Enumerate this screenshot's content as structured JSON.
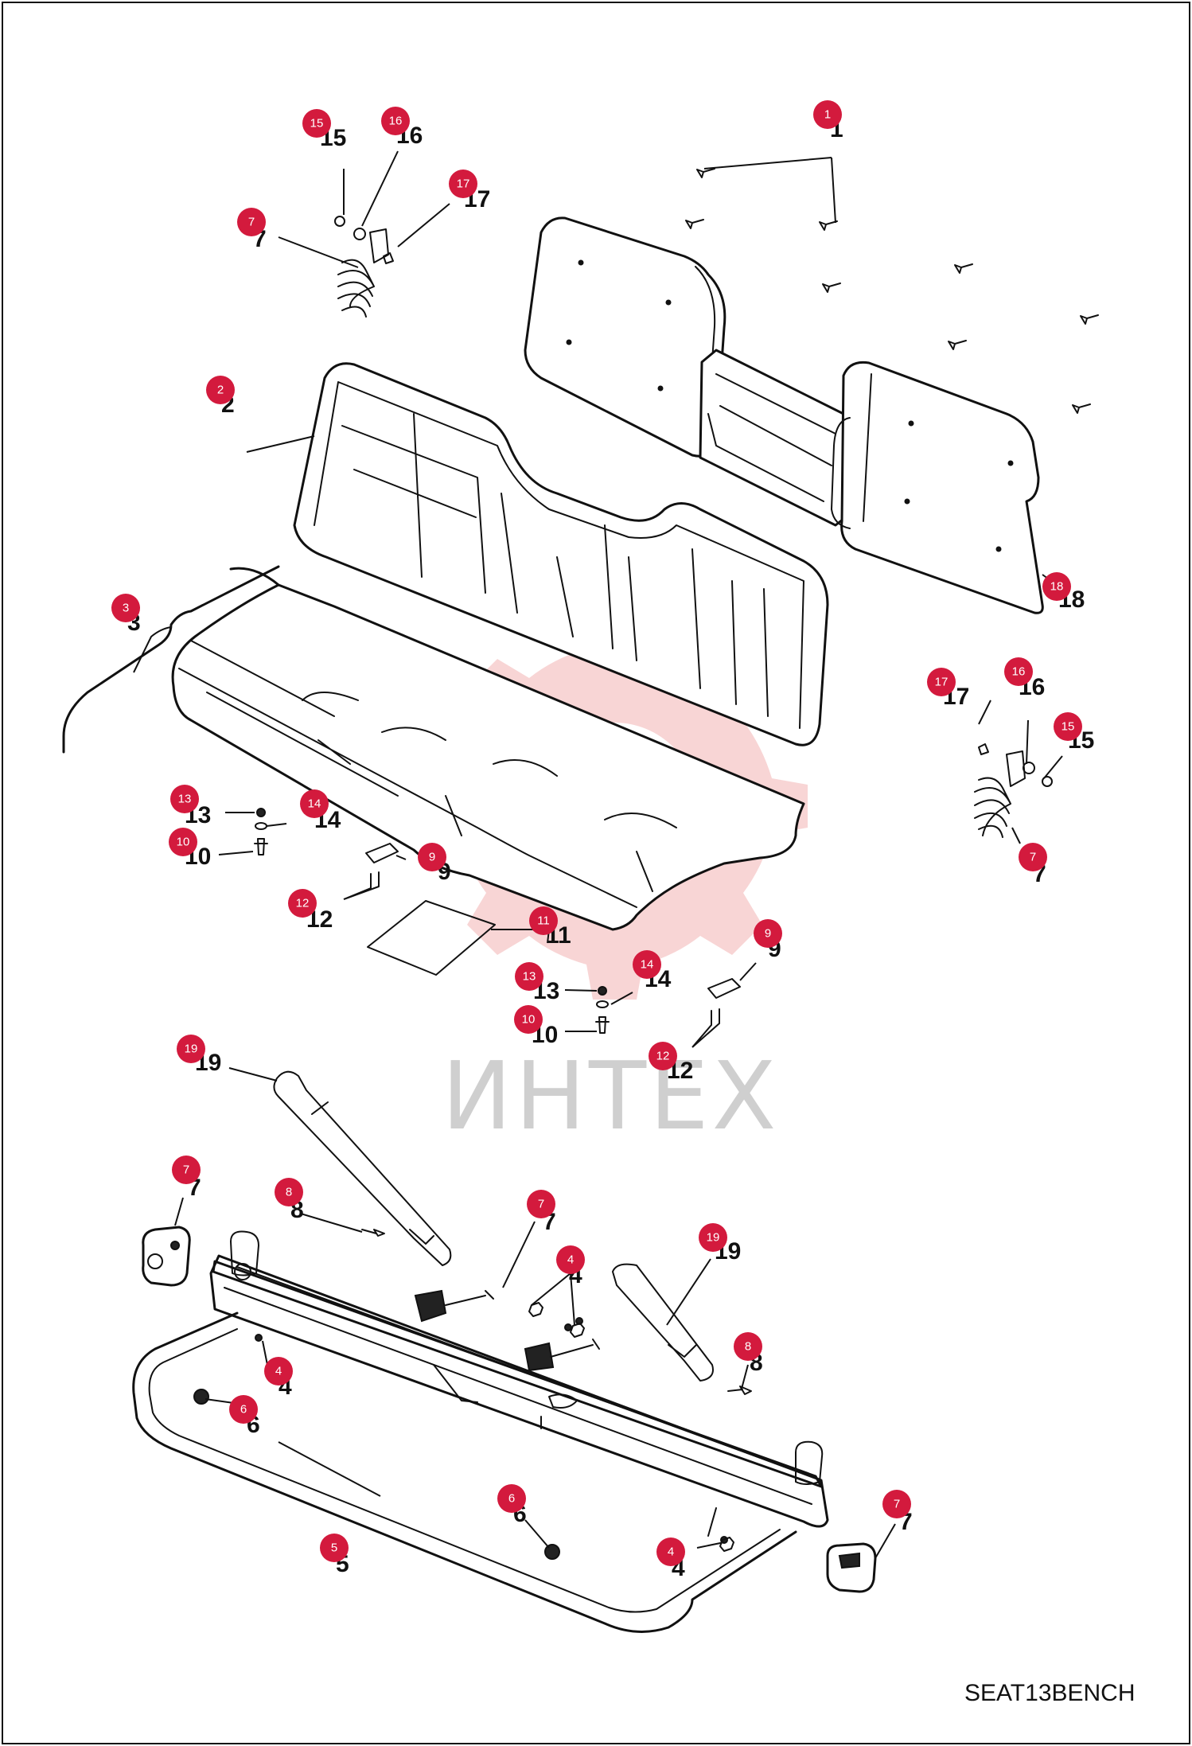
{
  "drawing_code": "SEAT13BENCH",
  "watermark": "ИНТЕХ",
  "icons": {
    "watermark_logo": "gear-logo"
  },
  "colors": {
    "badge": "#d31a3d",
    "watermark": "#f3b3b3",
    "line": "#111111"
  },
  "callouts": [
    {
      "ref": "1",
      "label": "1"
    },
    {
      "ref": "2",
      "label": "2"
    },
    {
      "ref": "3",
      "label": "3"
    },
    {
      "ref": "4",
      "label": "4"
    },
    {
      "ref": "4",
      "label": "4"
    },
    {
      "ref": "4",
      "label": "4"
    },
    {
      "ref": "5",
      "label": "5"
    },
    {
      "ref": "6",
      "label": "6"
    },
    {
      "ref": "6",
      "label": "6"
    },
    {
      "ref": "7",
      "label": "7"
    },
    {
      "ref": "7",
      "label": "7"
    },
    {
      "ref": "7",
      "label": "7"
    },
    {
      "ref": "7",
      "label": "7"
    },
    {
      "ref": "7",
      "label": "7"
    },
    {
      "ref": "8",
      "label": "8"
    },
    {
      "ref": "8",
      "label": "8"
    },
    {
      "ref": "9",
      "label": "9"
    },
    {
      "ref": "9",
      "label": "9"
    },
    {
      "ref": "10",
      "label": "10"
    },
    {
      "ref": "10",
      "label": "10"
    },
    {
      "ref": "11",
      "label": "11"
    },
    {
      "ref": "12",
      "label": "12"
    },
    {
      "ref": "12",
      "label": "12"
    },
    {
      "ref": "13",
      "label": "13"
    },
    {
      "ref": "13",
      "label": "13"
    },
    {
      "ref": "14",
      "label": "14"
    },
    {
      "ref": "14",
      "label": "14"
    },
    {
      "ref": "15",
      "label": "15"
    },
    {
      "ref": "15",
      "label": "15"
    },
    {
      "ref": "16",
      "label": "16"
    },
    {
      "ref": "16",
      "label": "16"
    },
    {
      "ref": "17",
      "label": "17"
    },
    {
      "ref": "17",
      "label": "17"
    },
    {
      "ref": "18",
      "label": "18"
    },
    {
      "ref": "19",
      "label": "19"
    },
    {
      "ref": "19",
      "label": "19"
    }
  ]
}
